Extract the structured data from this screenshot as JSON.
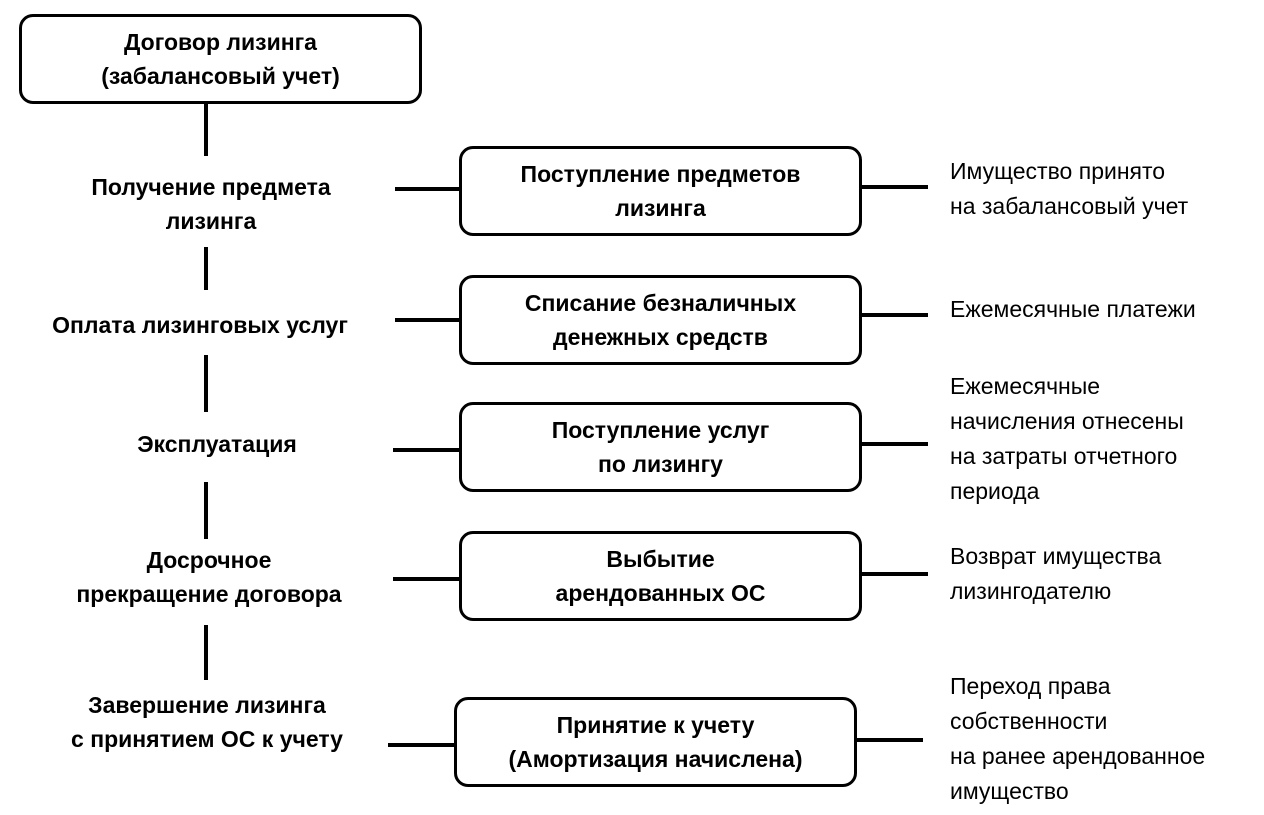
{
  "top": {
    "line1": "Договор лизинга",
    "line2": "(забалансовый учет)"
  },
  "rows": [
    {
      "stage": [
        "Получение предмета",
        "лизинга"
      ],
      "box": [
        "Поступление предметов",
        "лизинга"
      ],
      "note": [
        "Имущество принято",
        "на забалансовый учет"
      ]
    },
    {
      "stage": [
        "Оплата лизинговых услуг"
      ],
      "box": [
        "Списание безналичных",
        "денежных средств"
      ],
      "note": [
        "Ежемесячные платежи"
      ]
    },
    {
      "stage": [
        "Эксплуатация"
      ],
      "box": [
        "Поступление услуг",
        "по лизингу"
      ],
      "note": [
        "Ежемесячные",
        "начисления отнесены",
        "на затраты отчетного",
        "периода"
      ]
    },
    {
      "stage": [
        "Досрочное",
        "прекращение договора"
      ],
      "box": [
        "Выбытие",
        "арендованных ОС"
      ],
      "note": [
        "Возврат имущества",
        "лизингодателю"
      ]
    },
    {
      "stage": [
        "Завершение лизинга",
        "с принятием ОС к учету"
      ],
      "box": [
        "Принятие к учету",
        "(Амортизация начислена)"
      ],
      "note": [
        "Переход права",
        "собственности",
        "на ранее арендованное",
        "имущество"
      ]
    }
  ]
}
